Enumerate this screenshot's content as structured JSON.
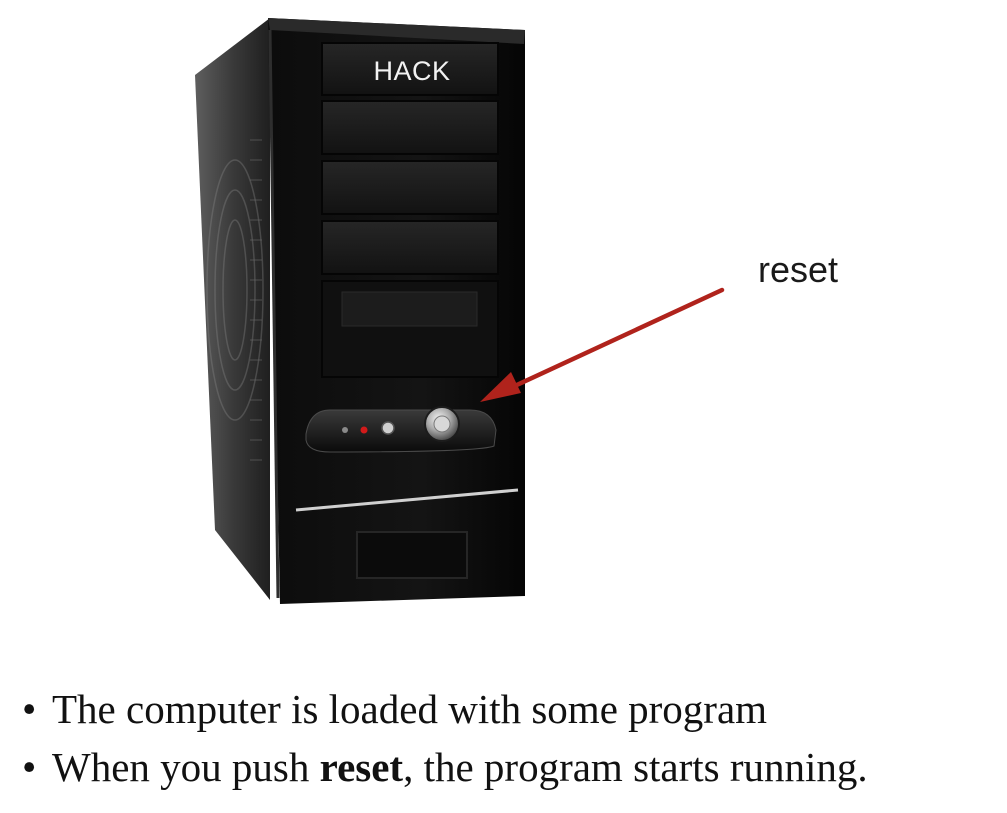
{
  "figure": {
    "tower_label": "HACK",
    "callout_label": "reset",
    "arrow_color": "#b0231c"
  },
  "bullets": {
    "bullet_symbol": "•",
    "item1": "The computer is loaded with some program",
    "item2_before": "When you push ",
    "item2_bold": "reset",
    "item2_after": ", the program starts running."
  }
}
